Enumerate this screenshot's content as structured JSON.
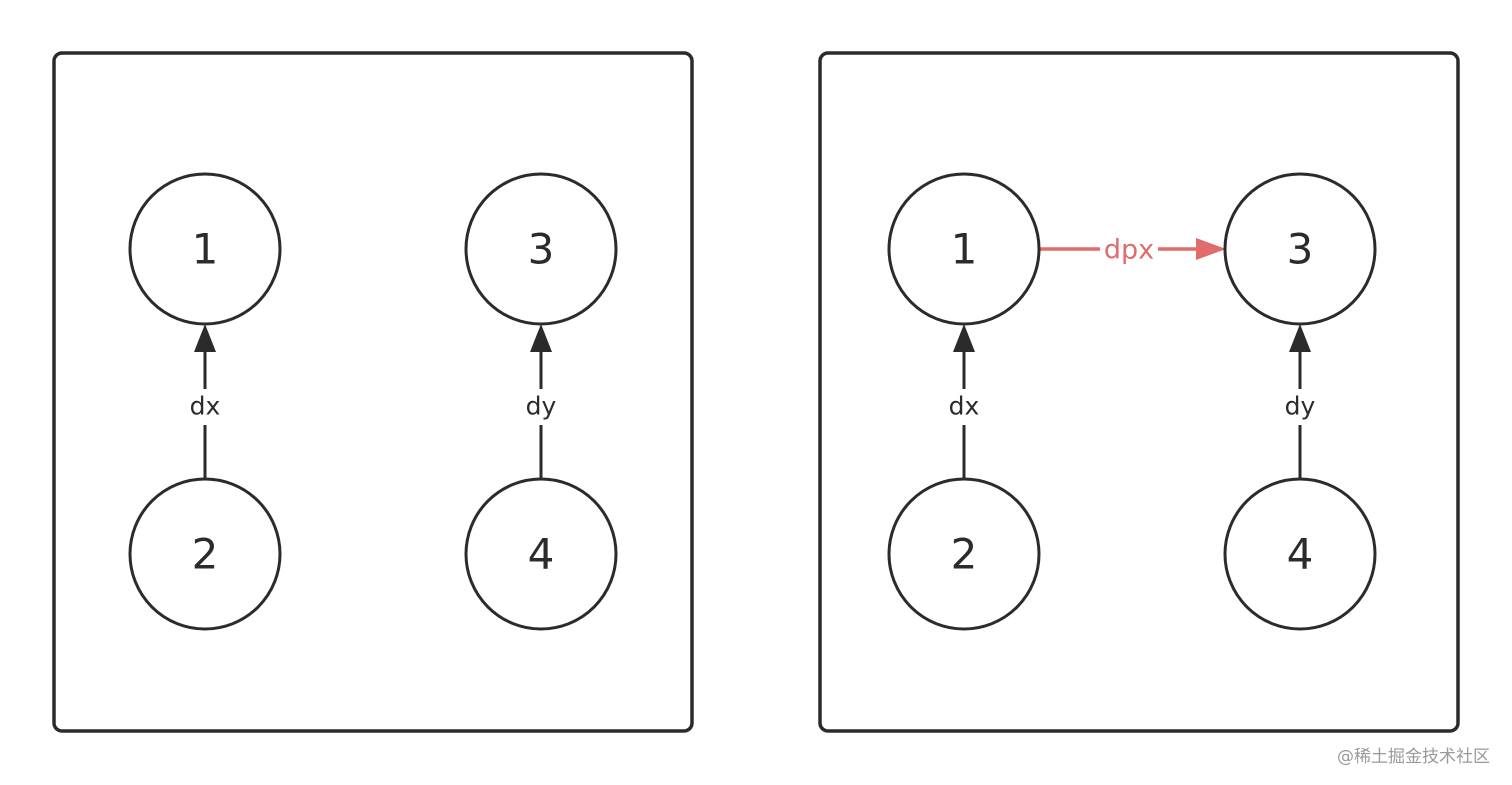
{
  "colors": {
    "stroke": "#2b2b2b",
    "accent": "#e06c6c",
    "background": "#ffffff",
    "watermark": "#9a9a9a"
  },
  "panels": [
    {
      "nodes": [
        "1",
        "2",
        "3",
        "4"
      ],
      "edges": [
        {
          "from": "2",
          "to": "1",
          "label": "dx"
        },
        {
          "from": "4",
          "to": "3",
          "label": "dy"
        }
      ]
    },
    {
      "nodes": [
        "1",
        "2",
        "3",
        "4"
      ],
      "edges": [
        {
          "from": "2",
          "to": "1",
          "label": "dx"
        },
        {
          "from": "4",
          "to": "3",
          "label": "dy"
        },
        {
          "from": "1",
          "to": "3",
          "label": "dpx"
        }
      ]
    }
  ],
  "watermark": "@稀土掘金技术社区"
}
